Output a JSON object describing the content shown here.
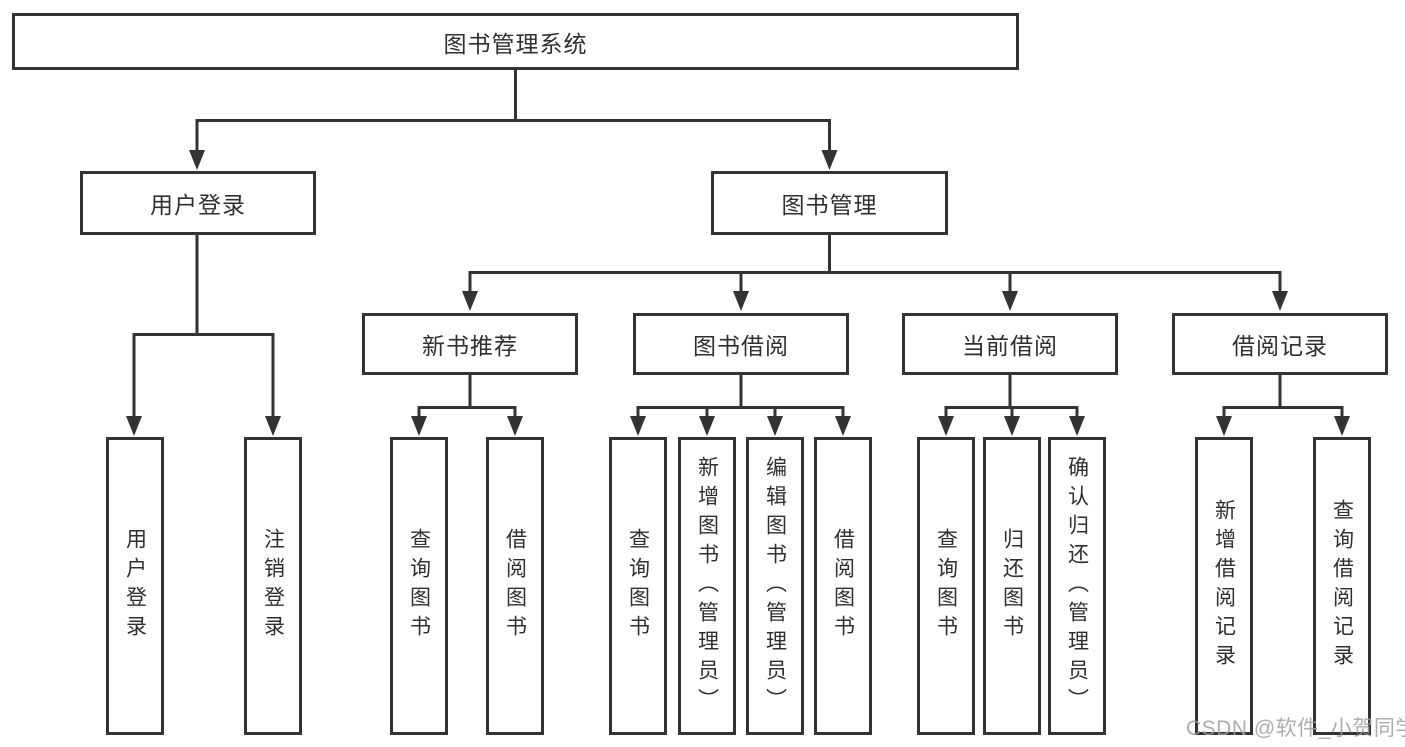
{
  "colors": {
    "background": "#ffffff",
    "line": "#333333",
    "box_border": "#333333",
    "text": "#2f2f2f",
    "watermark": "#9e9e9e"
  },
  "tree": {
    "root": {
      "label": "图书管理系统"
    },
    "children": [
      {
        "label": "用户登录",
        "children": [
          {
            "label": "用户登录"
          },
          {
            "label": "注销登录"
          }
        ]
      },
      {
        "label": "图书管理",
        "children": [
          {
            "label": "新书推荐",
            "children": [
              {
                "label": "查询图书"
              },
              {
                "label": "借阅图书"
              }
            ]
          },
          {
            "label": "图书借阅",
            "children": [
              {
                "label": "查询图书"
              },
              {
                "label": "新增图书（管理员）"
              },
              {
                "label": "编辑图书（管理员）"
              },
              {
                "label": "借阅图书"
              }
            ]
          },
          {
            "label": "当前借阅",
            "children": [
              {
                "label": "查询图书"
              },
              {
                "label": "归还图书"
              },
              {
                "label": "确认归还（管理员）"
              }
            ]
          },
          {
            "label": "借阅记录",
            "children": [
              {
                "label": "新增借阅记录"
              },
              {
                "label": "查询借阅记录"
              }
            ]
          }
        ]
      }
    ]
  },
  "watermark": {
    "text": "CSDN @软件_小贺同学"
  }
}
